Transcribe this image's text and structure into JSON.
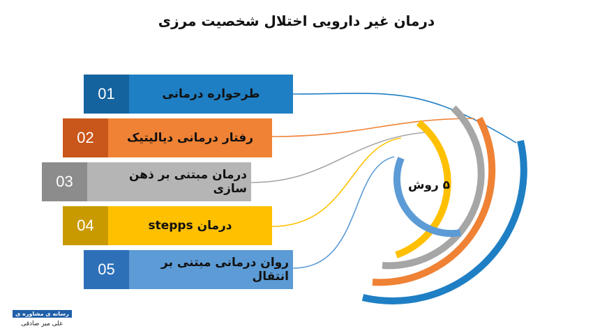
{
  "title": "درمان غیر دارویی اختلال شخصیت مرزی",
  "center_label": "۵ روش",
  "items": [
    {
      "num": "01",
      "label": "طرحواره درمانی"
    },
    {
      "num": "02",
      "label": "رفتار درمانی دیالیتیک"
    },
    {
      "num": "03",
      "label": "درمان مبتنی بر ذهن سازی"
    },
    {
      "num": "04",
      "label": "درمان stepps"
    },
    {
      "num": "05",
      "label": "روان درمانی مبتنی بر انتقال"
    }
  ],
  "colors": {
    "item1": {
      "dark": "#14629e",
      "light": "#1f7fc4"
    },
    "item2": {
      "dark": "#c9561a",
      "light": "#ef8235"
    },
    "item3": {
      "dark": "#8c8c8c",
      "light": "#b5b5b5"
    },
    "item4": {
      "dark": "#c99a00",
      "light": "#ffc000"
    },
    "item5": {
      "dark": "#2e70b8",
      "light": "#5c9bd5"
    }
  },
  "logo": {
    "top": "رسانه ی مشاوره ی",
    "bottom": "علی میر صادقی"
  }
}
